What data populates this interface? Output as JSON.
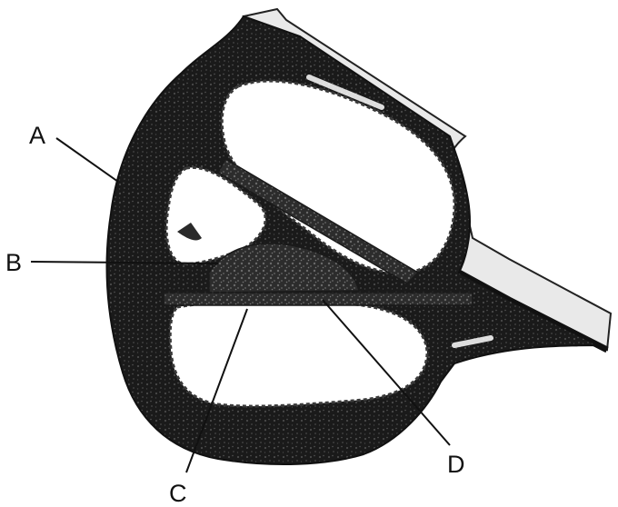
{
  "diagram": {
    "labels": {
      "a": "A",
      "b": "B",
      "c": "C",
      "d": "D"
    }
  },
  "colors": {
    "tissue_dark": "#151515",
    "tissue_mid": "#2a2a2a",
    "cavity": "#ffffff",
    "outline": "#111111",
    "background": "#ffffff"
  }
}
